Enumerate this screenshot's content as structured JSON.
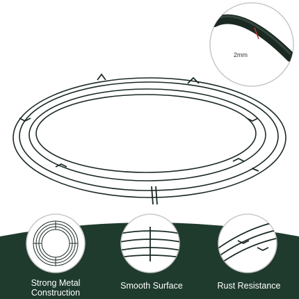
{
  "callout": {
    "wire_thickness_label": "2mm"
  },
  "features": [
    {
      "label_line1": "Strong Metal",
      "label_line2": "Construction"
    },
    {
      "label_line1": "Smooth Surface",
      "label_line2": ""
    },
    {
      "label_line1": "Rust Resistance",
      "label_line2": ""
    }
  ],
  "colors": {
    "band_green": "#1f3b2e",
    "wire": "#1a2a22",
    "marker": "#c0392b",
    "circle_border": "#c8c8c8"
  }
}
